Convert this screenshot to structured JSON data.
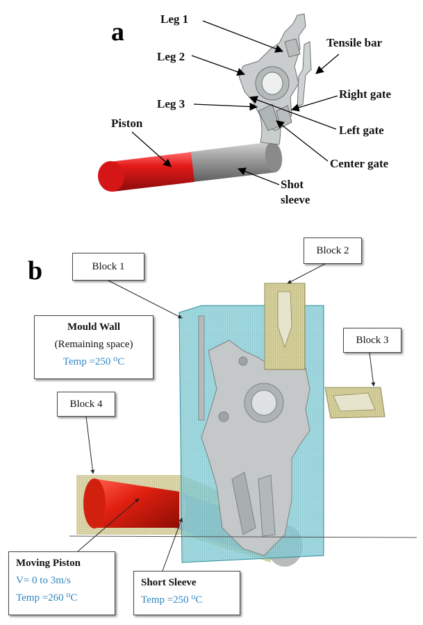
{
  "panel_a": {
    "letter": "a",
    "labels": {
      "leg1": "Leg 1",
      "leg2": "Leg 2",
      "leg3": "Leg 3",
      "tensile_bar": "Tensile bar",
      "right_gate": "Right gate",
      "left_gate": "Left gate",
      "center_gate": "Center gate",
      "piston": "Piston",
      "shot_sleeve_line1": "Shot",
      "shot_sleeve_line2": "sleeve"
    }
  },
  "panel_b": {
    "letter": "b",
    "blocks": {
      "block1": "Block 1",
      "block2": "Block 2",
      "block3": "Block 3",
      "block4": "Block 4"
    },
    "mould_wall": {
      "title": "Mould Wall",
      "subtitle": "(Remaining space)",
      "temp": "Temp =250 ⁰C"
    },
    "moving_piston": {
      "title": "Moving Piston",
      "velocity": "V= 0 to 3m/s",
      "temp": "Temp =260 ⁰C"
    },
    "short_sleeve": {
      "title": "Short Sleeve",
      "temp": "Temp =250 ⁰C"
    }
  },
  "colors": {
    "piston_red": "#e01818",
    "sleeve_grey": "#9a9a9a",
    "casting_grey": "#c4c8c8",
    "mould_cyan": "#5fb8c4",
    "block_olive": "#c8c28a",
    "label_blue": "#2e86c1"
  }
}
